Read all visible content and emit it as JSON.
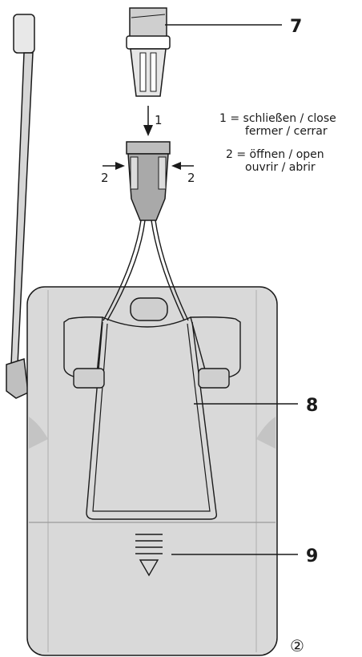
{
  "callouts": {
    "item7": "7",
    "item8": "8",
    "item9": "9"
  },
  "legend": {
    "line1": "1 = schließen / close",
    "line2": "fermer / cerrar",
    "line3": "2 = öffnen / open",
    "line4": "ouvrir / abrir"
  },
  "arrows": {
    "close_number": "1",
    "open_left_number": "2",
    "open_right_number": "2"
  },
  "figure_number": "②",
  "colors": {
    "device_fill": "#d9d9d9",
    "device_shade": "#c4c4c4",
    "outline": "#1a1a1a",
    "clip_wire": "#e6e6e6"
  }
}
